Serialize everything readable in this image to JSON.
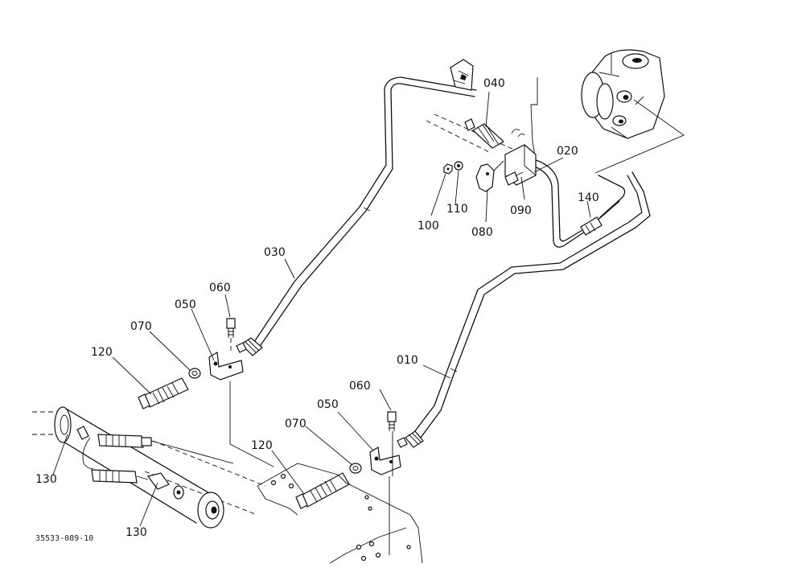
{
  "callouts": [
    {
      "id": "c040",
      "text": "040"
    },
    {
      "id": "c020",
      "text": "020"
    },
    {
      "id": "c140",
      "text": "140"
    },
    {
      "id": "c090",
      "text": "090"
    },
    {
      "id": "c080",
      "text": "080"
    },
    {
      "id": "c110",
      "text": "110"
    },
    {
      "id": "c100",
      "text": "100"
    },
    {
      "id": "c030",
      "text": "030"
    },
    {
      "id": "c060a",
      "text": "060"
    },
    {
      "id": "c050a",
      "text": "050"
    },
    {
      "id": "c070a",
      "text": "070"
    },
    {
      "id": "c120a",
      "text": "120"
    },
    {
      "id": "c010",
      "text": "010"
    },
    {
      "id": "c060b",
      "text": "060"
    },
    {
      "id": "c050b",
      "text": "050"
    },
    {
      "id": "c070b",
      "text": "070"
    },
    {
      "id": "c120b",
      "text": "120"
    },
    {
      "id": "c130a",
      "text": "130"
    },
    {
      "id": "c130b",
      "text": "130"
    }
  ],
  "drawing_code": "35533-089-10"
}
